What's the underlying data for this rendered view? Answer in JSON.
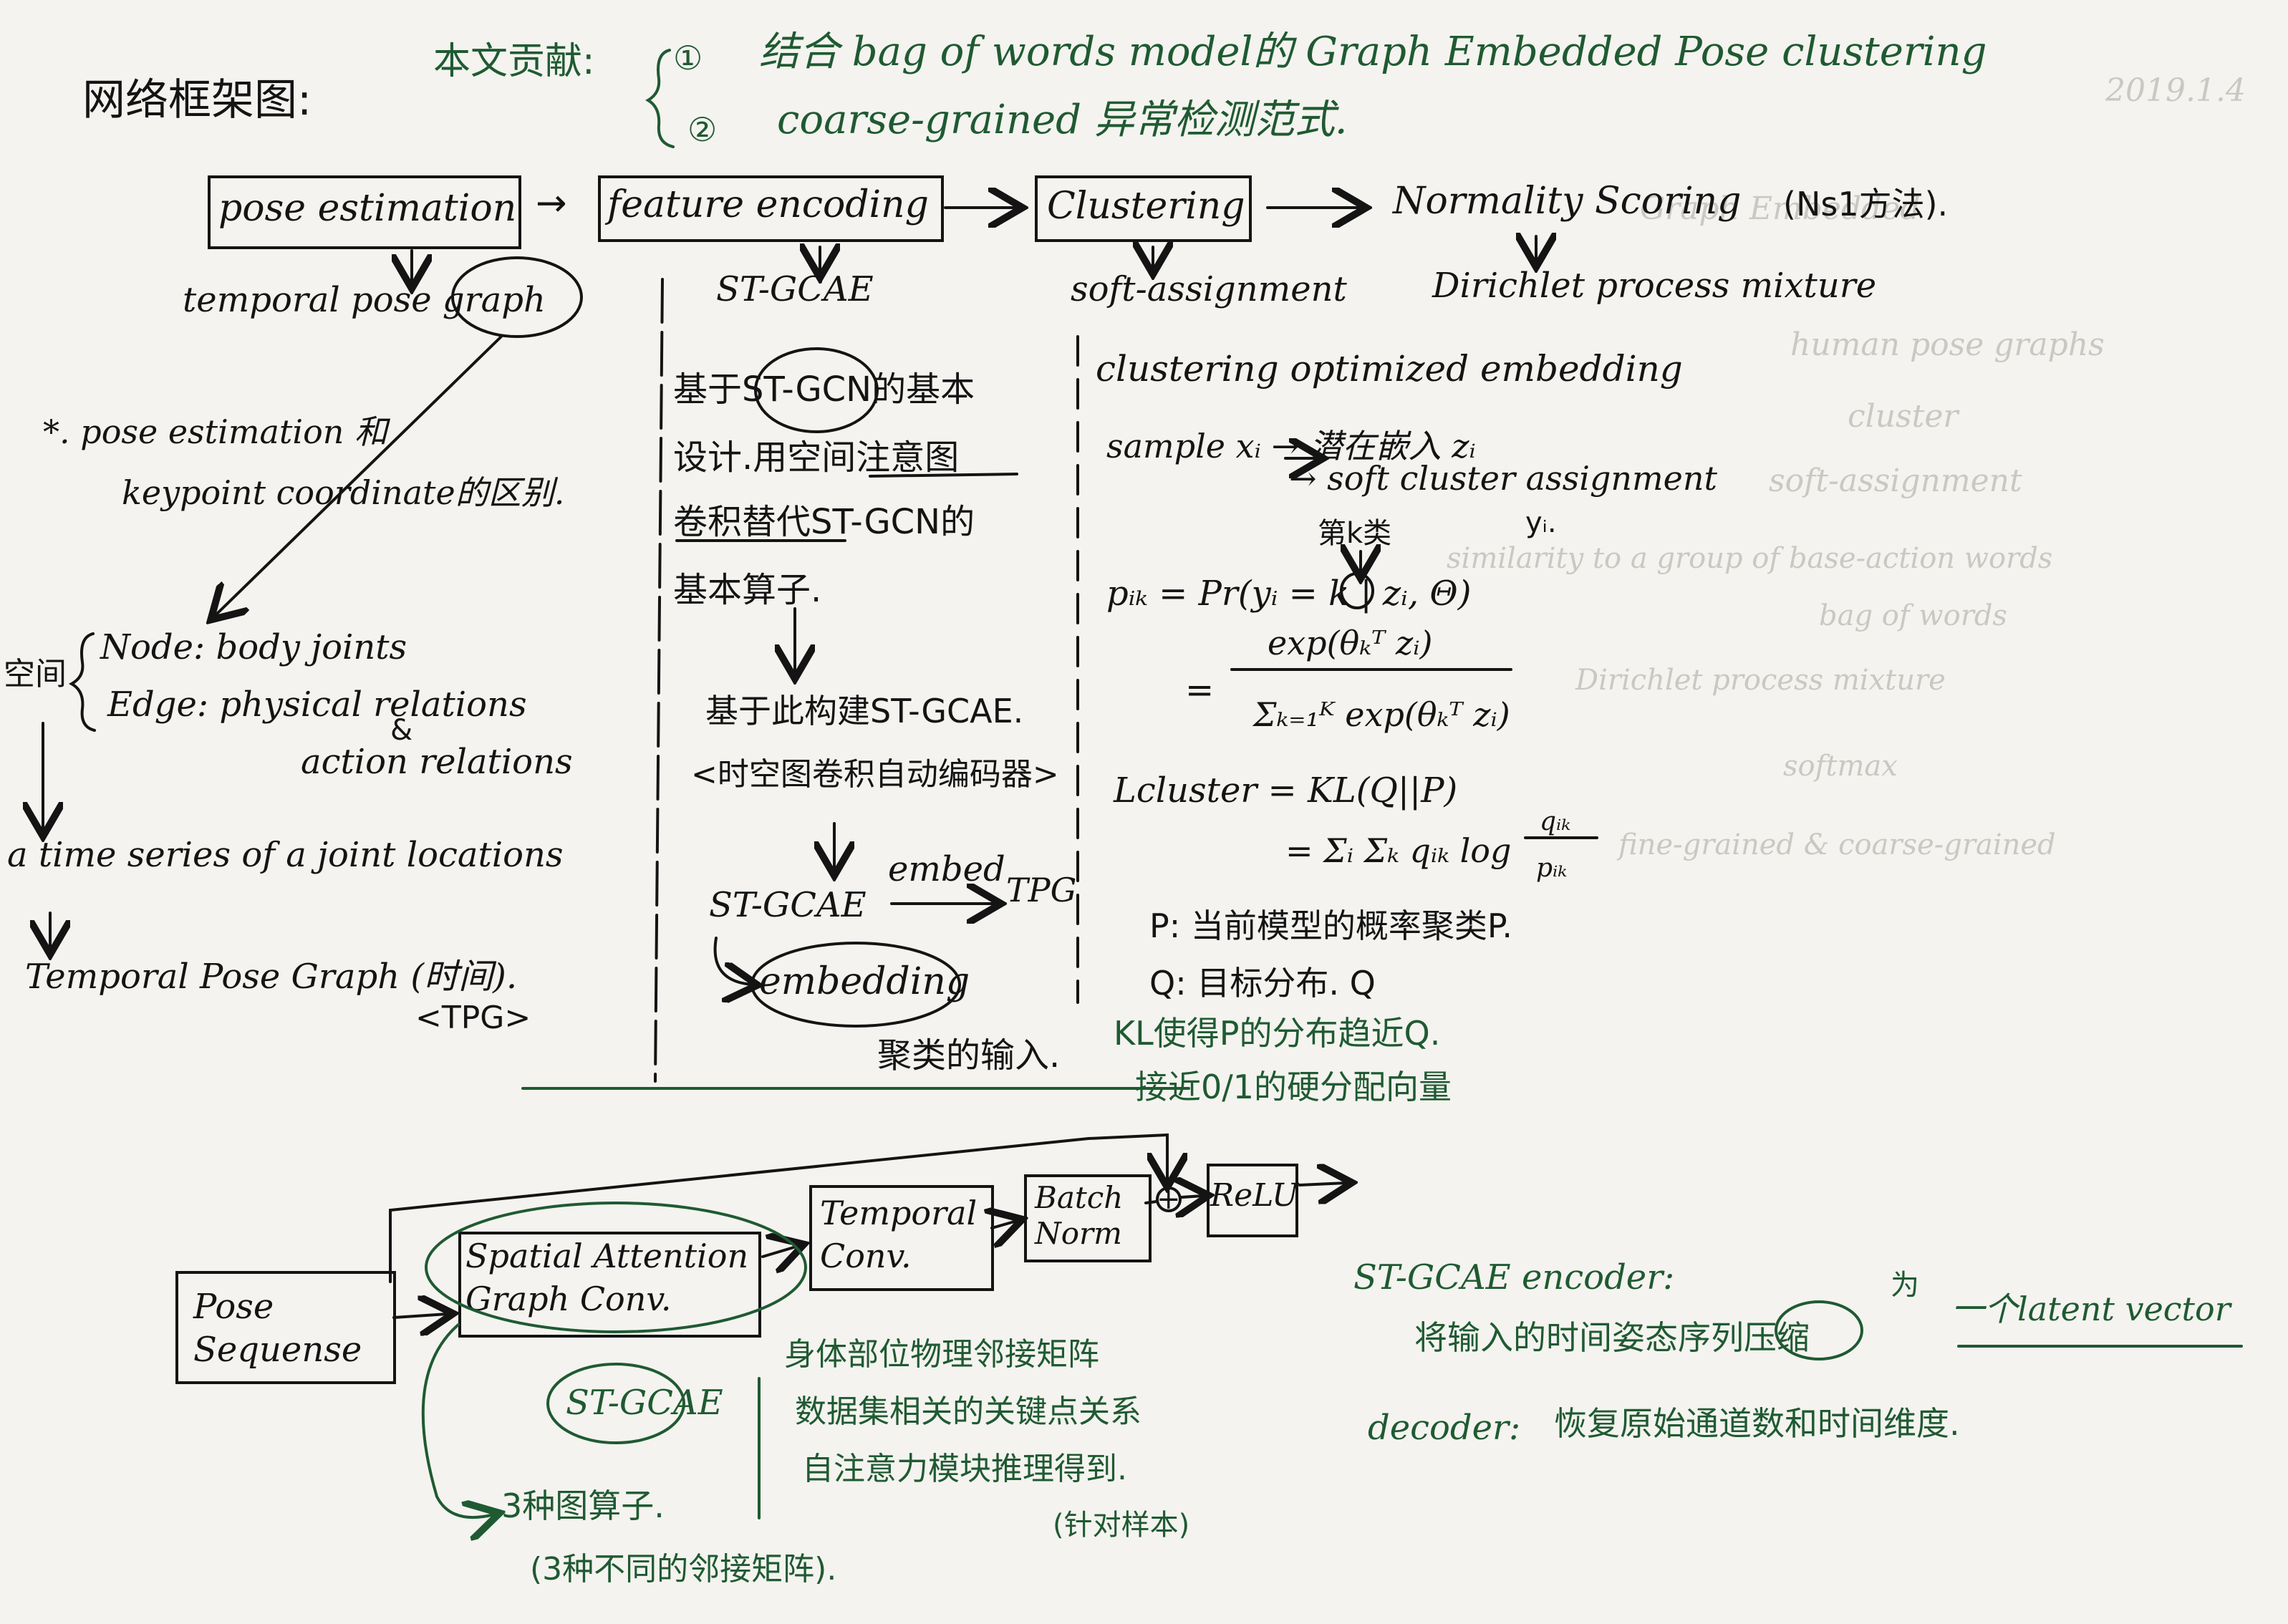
{
  "header": {
    "title": "网络框架图:",
    "contrib_label": "本文贡献:",
    "c1_num": "①",
    "c1_text": "结合 bag of words model的 Graph Embedded Pose clustering",
    "c2_num": "②",
    "c2_text": "coarse-grained 异常检测范式."
  },
  "pipeline": {
    "pose_estimation": "pose estimation",
    "feature_encoding": "feature encoding",
    "clustering": "Clustering",
    "normality_scoring": "Normality Scoring",
    "normality_note": "(Ns1方法).",
    "arrow": "→"
  },
  "col1": {
    "temporal_pose_graph": "temporal pose graph",
    "note1": "*. pose estimation 和",
    "note2": "keypoint coordinate的区别.",
    "space_label": "空间",
    "node": "Node: body joints",
    "edge": "Edge: physical relations",
    "amp": "&",
    "edge2": "action relations",
    "time_series": "a time series of a joint locations",
    "tpg": "Temporal Pose Graph (时间).",
    "tpg_abbr": "<TPG>"
  },
  "col2": {
    "stgcae": "ST-GCAE",
    "l1": "基于ST-GCN的基本",
    "l2": "设计.用空间注意图",
    "l3": "卷积替代ST-GCN的",
    "l4": "基本算子.",
    "l5": "基于此构建ST-GCAE.",
    "l6": "<时空图卷积自动编码器>",
    "embed_from": "ST-GCAE",
    "embed_word": "embed",
    "embed_to": "TPG",
    "embedding": "embedding",
    "embedding_note": "聚类的输入."
  },
  "col3": {
    "soft_assignment": "soft-assignment",
    "coe": "clustering optimized embedding",
    "sample": "sample xᵢ → 潜在嵌入 zᵢ",
    "soft_cluster": "→ soft cluster assignment",
    "yi": "yᵢ.",
    "kth": "第k类",
    "pik": "pᵢₖ = Pr(yᵢ = k | zᵢ, Θ)",
    "num": "exp(θₖᵀ zᵢ)",
    "eq": "=",
    "den": "Σₖ₌₁ᴷ exp(θₖᵀ zᵢ)",
    "lcluster": "Lcluster = KL(Q||P)",
    "sum": "= Σᵢ Σₖ qᵢₖ log",
    "q_ik": "qᵢₖ",
    "p_ik": "pᵢₖ",
    "p_def": "P: 当前模型的概率聚类P.",
    "q_def": "Q: 目标分布. Q",
    "kl_note1": "KL使得P的分布趋近Q.",
    "kl_note2": "接近0/1的硬分配向量"
  },
  "col4": {
    "dpm": "Dirichlet process mixture"
  },
  "block": {
    "pose_seq": "Pose\nSequense",
    "sagc": "Spatial Attention\nGraph Conv.",
    "temporal_conv": "Temporal\nConv.",
    "batch_norm": "Batch\nNorm",
    "plus": "+",
    "relu": "ReLU"
  },
  "bottom": {
    "stgcae": "ST-GCAE",
    "n1": "身体部位物理邻接矩阵",
    "n2": "数据集相关的关键点关系",
    "n3": "自注意力模块推理得到.",
    "n4": "(针对样本)",
    "three_graph": "3种图算子.",
    "three_adj": "(3种不同的邻接矩阵).",
    "enc_title": "ST-GCAE encoder:",
    "enc_body1": "将输入的时间姿态序列压缩",
    "enc_wei": "为",
    "enc_body2": "一个latent vector",
    "dec_title": "decoder:",
    "dec_body": "恢复原始通道数和时间维度."
  },
  "ghost_notes": {
    "g1": "Graph Embedded",
    "g2": "human pose graphs",
    "g3": "cluster",
    "g4": "soft-assignment",
    "g5": "similarity to a group of base-action words",
    "g6": "bag of words",
    "g7": "Dirichlet process mixture",
    "g8": "fine-grained & coarse-grained",
    "g9": "softmax",
    "g10": "2019.1.4"
  }
}
